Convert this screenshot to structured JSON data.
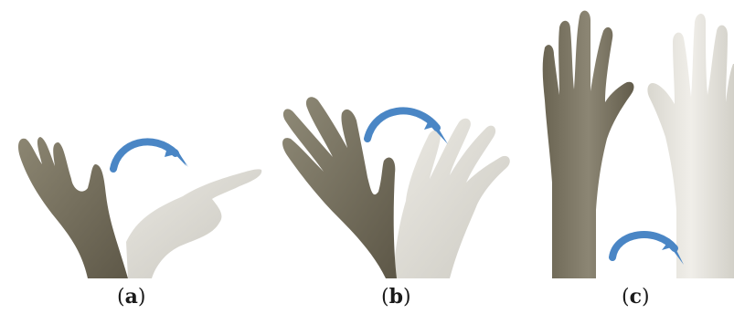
{
  "figure": {
    "panels": [
      {
        "letter": "a",
        "open": "(",
        "close": ")"
      },
      {
        "letter": "b",
        "open": "(",
        "close": ")"
      },
      {
        "letter": "c",
        "open": "(",
        "close": ")"
      }
    ]
  },
  "colors": {
    "arrow": "#4a86c5",
    "hand_dark": "#7a7361",
    "hand_light": "#dcdad2",
    "background": "#ffffff"
  }
}
